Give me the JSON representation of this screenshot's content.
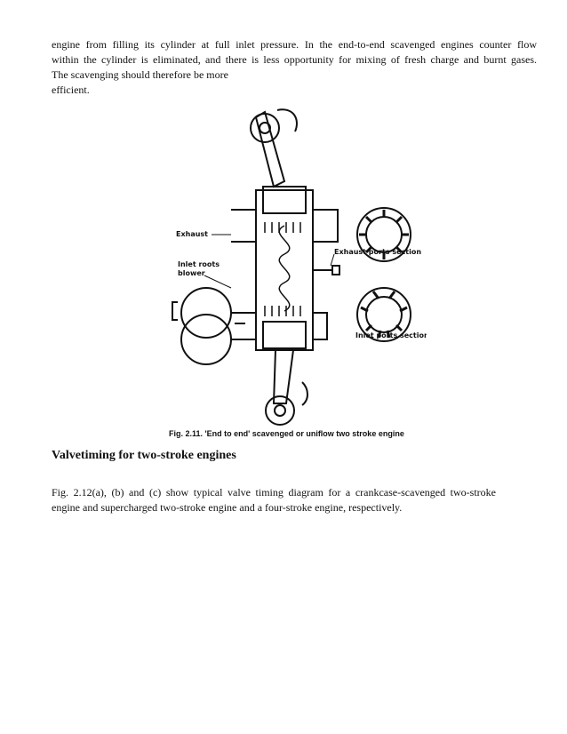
{
  "paragraph1": [
    "engine from filling its cylinder at full inlet pressure. In the end-to-end scavenged engines counter flow",
    "within the cylinder is eliminated, and there is less opportunity for mixing of fresh charge and burnt gases.",
    "The scavenging should therefore be more",
    "efficient."
  ],
  "figure": {
    "labels": {
      "exhaust": "Exhaust",
      "inlet_roots_1": "Inlet roots",
      "inlet_roots_2": "blower",
      "exhaust_ports": "Exhaust ports section",
      "inlet_ports": "Inlet ports section"
    },
    "caption": "Fig. 2.11. 'End to end' scavenged or uniflow two stroke engine"
  },
  "heading": "Valvetiming for two-stroke engines",
  "paragraph2": [
    "Fig. 2.12(a), (b) and (c) show typical valve timing diagram for a crankcase-scavenged two-stroke",
    "engine and supercharged two-stroke engine and a four-stroke engine, respectively."
  ]
}
